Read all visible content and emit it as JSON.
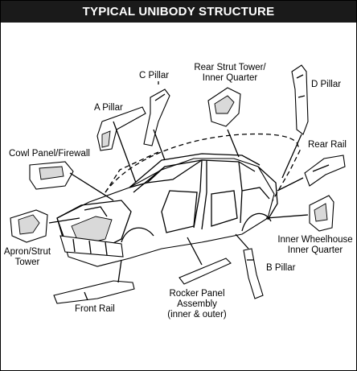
{
  "title": "TYPICAL UNIBODY STRUCTURE",
  "labels": {
    "c_pillar": "C Pillar",
    "rear_strut_1": "Rear Strut Tower/",
    "rear_strut_2": "Inner Quarter",
    "d_pillar": "D Pillar",
    "a_pillar": "A Pillar",
    "cowl": "Cowl Panel/Firewall",
    "rear_rail": "Rear Rail",
    "apron_1": "Apron/Strut",
    "apron_2": "Tower",
    "inner_wheel_1": "Inner Wheelhouse",
    "inner_wheel_2": "Inner Quarter",
    "b_pillar": "B Pillar",
    "rocker_1": "Rocker Panel",
    "rocker_2": "Assembly",
    "rocker_3": "(inner & outer)",
    "front_rail": "Front Rail"
  }
}
